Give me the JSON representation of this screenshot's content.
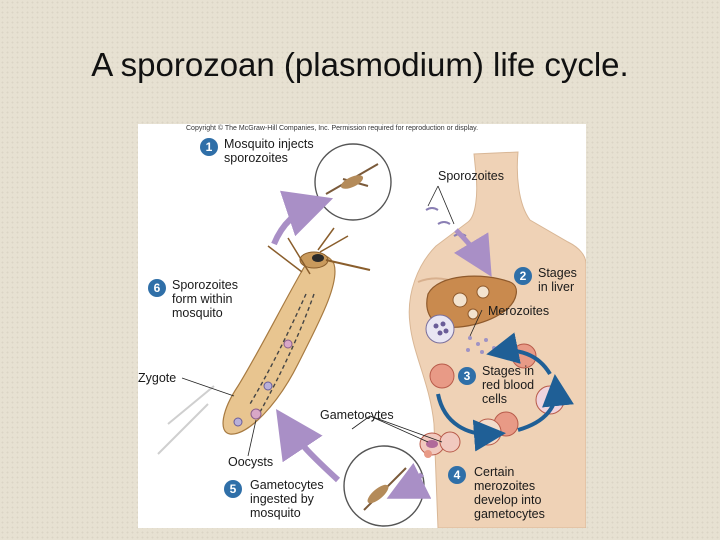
{
  "slide": {
    "title": "A sporozoan (plasmodium) life cycle."
  },
  "figure": {
    "copyright": "Copyright © The McGraw-Hill Companies, Inc. Permission required for reproduction or display.",
    "steps": [
      {
        "number": "1",
        "line1": "Mosquito injects",
        "line2": "sporozoites"
      },
      {
        "number": "2",
        "line1": "Stages",
        "line2": "in liver"
      },
      {
        "number": "3",
        "line1": "Stages in",
        "line2": "red blood",
        "line3": "cells"
      },
      {
        "number": "4",
        "line1": "Certain",
        "line2": "merozoites",
        "line3": "develop into",
        "line4": "gametocytes"
      },
      {
        "number": "5",
        "line1": "Gametocytes",
        "line2": "ingested by",
        "line3": "mosquito"
      },
      {
        "number": "6",
        "line1": "Sporozoites",
        "line2": "form within",
        "line3": "mosquito"
      }
    ],
    "labels": {
      "sporozoites": "Sporozoites",
      "merozoites": "Merozoites",
      "zygote": "Zygote",
      "gametocytes": "Gametocytes",
      "oocysts": "Oocysts"
    },
    "colors": {
      "badge": "#2f6fa8",
      "cycle_arrow": "#1f5f96",
      "skin": "#efd2b6",
      "liver": "#c98a4e",
      "mosquito": "#e8c590",
      "rbc": "#e89a86",
      "transition_arrow": "#a98fc6"
    }
  }
}
